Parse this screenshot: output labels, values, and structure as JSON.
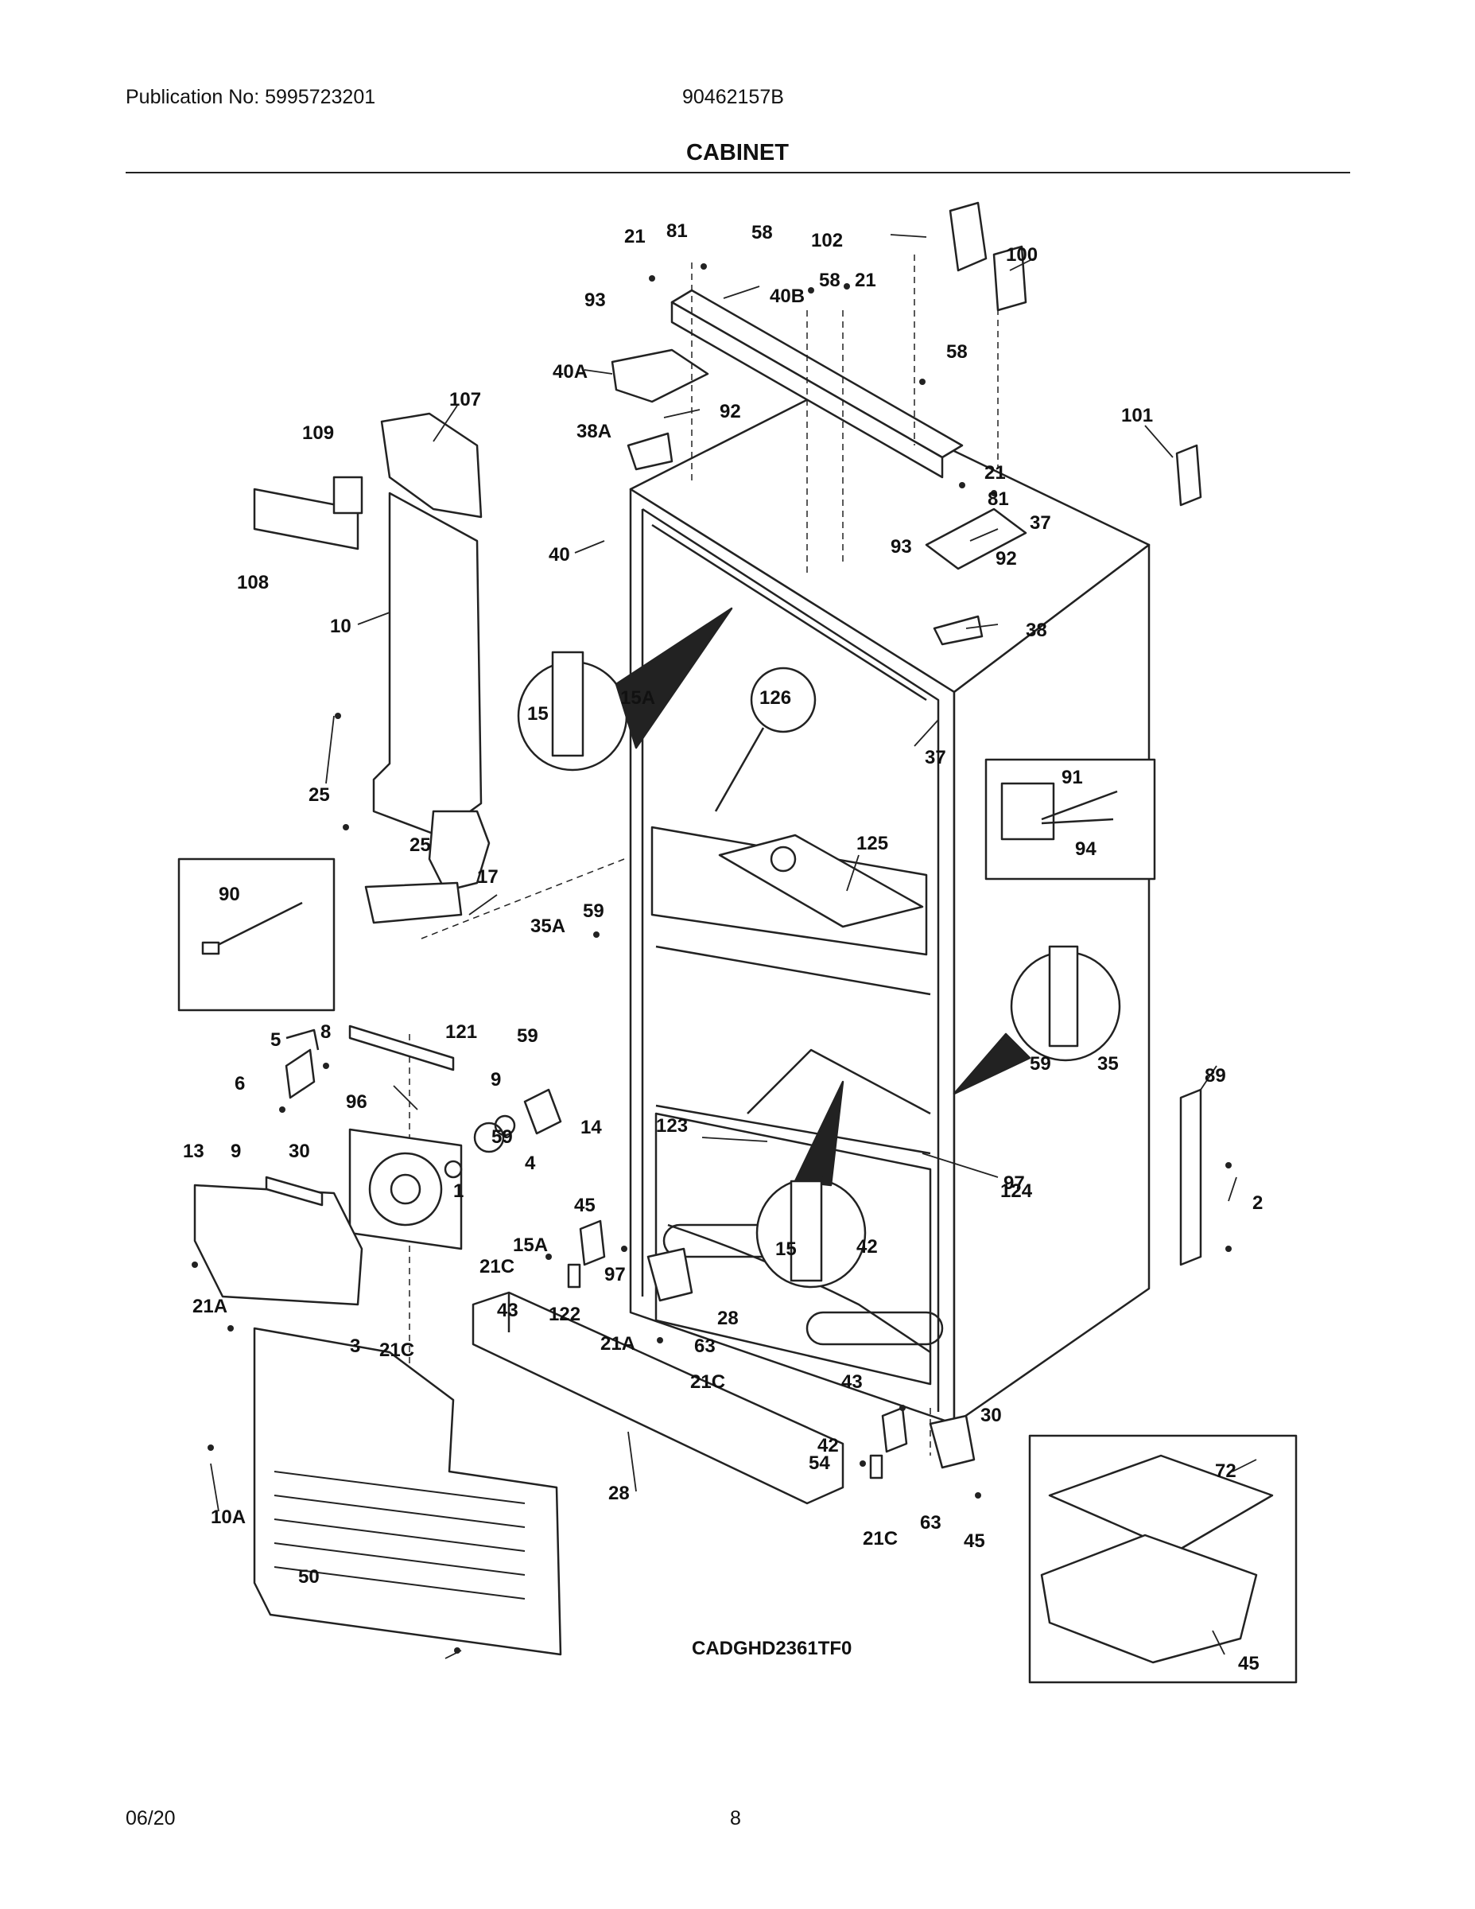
{
  "header": {
    "publication": "Publication No: 5995723201",
    "doc_number": "90462157B",
    "title": "CABINET"
  },
  "model_number": "CADGHD2361TF0",
  "footer": {
    "date": "06/20",
    "page": "8"
  },
  "callouts": [
    "21",
    "81",
    "58",
    "102",
    "100",
    "93",
    "40B",
    "58",
    "21",
    "40A",
    "58",
    "92",
    "38A",
    "107",
    "109",
    "101",
    "21",
    "81",
    "108",
    "93",
    "40",
    "37",
    "92",
    "10",
    "38",
    "15",
    "15A",
    "126",
    "37",
    "91",
    "25",
    "125",
    "94",
    "25",
    "17",
    "90",
    "59",
    "35A",
    "59",
    "59",
    "35",
    "5",
    "8",
    "121",
    "89",
    "6",
    "9",
    "96",
    "14",
    "97",
    "123",
    "124",
    "59",
    "1",
    "4",
    "2",
    "13",
    "9",
    "30",
    "45",
    "42",
    "15A",
    "15",
    "21C",
    "97",
    "63",
    "43",
    "21A",
    "122",
    "28",
    "21A",
    "3",
    "21C",
    "21C",
    "43",
    "30",
    "42",
    "54",
    "72",
    "28",
    "63",
    "21C",
    "45",
    "10A",
    "50",
    "45"
  ],
  "colors": {
    "line": "#222222",
    "background": "#ffffff"
  }
}
